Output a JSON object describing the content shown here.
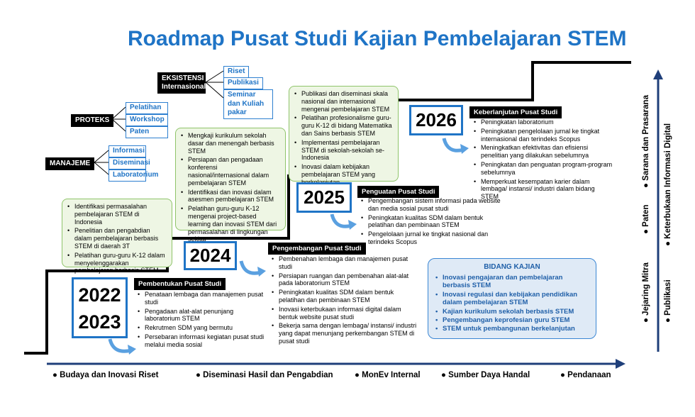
{
  "title": "Roadmap Pusat Studi Kajian Pembelajaran STEM",
  "categories": [
    {
      "label": "EKSISTENSI Internasional",
      "chips": [
        "Riset",
        "Publikasi",
        "Seminar dan Kuliah pakar"
      ]
    },
    {
      "label": "PROTEKS",
      "chips": [
        "Pelatihan",
        "Workshop",
        "Paten"
      ]
    },
    {
      "label": "MANAJEME",
      "chips": [
        "Informasi",
        "Diseminasi",
        "Laboratorium"
      ]
    }
  ],
  "green_boxes": [
    {
      "items": [
        "Identifikasi permasalahan pembelajaran STEM di Indonesia",
        "Penelitian dan pengabdian dalam pembelajaran berbasis STEM di daerah 3T",
        "Pelatihan guru-guru K-12 dalam menyelenggarakan pembelajaran berbasis STEM"
      ]
    },
    {
      "items": [
        "Mengkaji kurikulum sekolah dasar dan menengah berbasis STEM",
        "Persiapan dan pengadaan konferensi nasional/internasional dalam pembelajaran STEM",
        "Identifikasi dan inovasi dalam asesmen pembelajaran STEM",
        "Pelatihan guru-guru K-12 mengenai project-based learning dan inovasi STEM dari permasalahan di lingkungan sekitar"
      ]
    },
    {
      "items": [
        "Publikasi dan diseminasi skala nasional dan internasional mengenai pembelajaran STEM",
        "Pelatihan profesionalisme guru-guru K-12 di bidang Matematika dan Sains berbasis STEM",
        "Implementasi pembelajaran STEM di sekolah-sekolah se-Indonesia",
        "Inovasi dalam kebijakan pembelajaran STEM yang berkelanjutan"
      ]
    }
  ],
  "stages": [
    {
      "year_a": "2022",
      "year_b": "2023",
      "heading": "Pembentukan Pusat Studi",
      "items": [
        "Penataan lembaga dan manajemen pusat studi",
        "Pengadaan alat-alat penunjang laboratorium STEM",
        "Rekrutmen SDM yang bermutu",
        "Persebaran informasi kegiatan pusat studi melalui media sosial"
      ]
    },
    {
      "year_a": "2024",
      "heading": "Pengembangan Pusat Studi",
      "items": [
        "Pembenahan lembaga dan manajemen pusat studi",
        "Persiapan ruangan dan pembenahan alat-alat pada laboratorium STEM",
        "Peningkatan kualitas SDM dalam bentuk pelatihan dan pembinaan STEM",
        "Inovasi keterbukaan informasi digital dalam bentuk website pusat studi",
        "Bekerja sama dengan lembaga/ instansi/ industri yang dapat menunjang perkembangan STEM di pusat studi"
      ]
    },
    {
      "year_a": "2025",
      "heading": "Penguatan Pusat Studi",
      "items": [
        "Pengembangan sistem informasi pada website dan media sosial pusat studi",
        "Peningkatan kualitas SDM dalam bentuk pelatihan dan pembinaan STEM",
        "Pengelolaan jurnal ke tingkat nasional dan terindeks Scopus"
      ]
    },
    {
      "year_a": "2026",
      "heading": "Keberlanjutan Pusat Studi",
      "items": [
        "Peningkatan laboratorium",
        "Peningkatan pengelolaan jurnal ke tingkat internasional dan terindeks Scopus",
        "Meningkatkan efektivitas dan efisiensi penelitian yang dilakukan sebelumnya",
        "Peningkatan dan penguatan program-program sebelumnya",
        "Memperkuat kesempatan karier dalam lembaga/ instansi/ industri dalam bidang STEM"
      ]
    }
  ],
  "bidang": {
    "title": "BIDANG KAJIAN",
    "items": [
      "Inovasi pengajaran dan pembelajaran berbasis STEM",
      "Inovasi regulasi dan kebijakan pendidikan dalam pembelajaran STEM",
      "Kajian kurikulum sekolah berbasis STEM",
      "Pengembangan keprofesian guru STEM",
      "STEM untuk pembangunan berkelanjutan"
    ]
  },
  "bottom_axis": [
    "Budaya dan Inovasi Riset",
    "Diseminasi Hasil dan Pengabdian",
    "MonEv Internal",
    "Sumber Daya Handal",
    "Pendanaan"
  ],
  "right_axis": [
    "Jejaring Mitra",
    "Paten",
    "Sarana dan Prasarana",
    "Publikasi",
    "Keterbukaan Informasi Digital"
  ],
  "colors": {
    "accent": "#1f74c6",
    "green_fill": "#eef6e4",
    "green_border": "#8fc46a",
    "bidang_fill": "#dfeaf6",
    "arrow": "#1f3f7a"
  }
}
